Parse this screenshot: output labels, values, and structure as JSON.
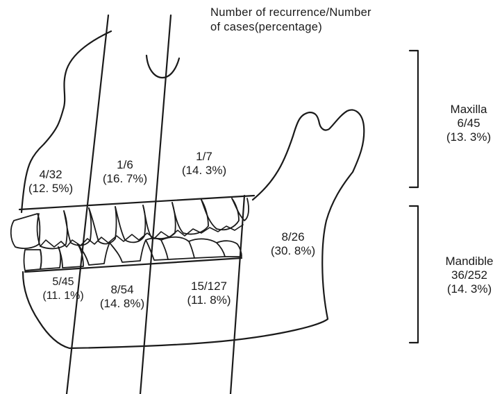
{
  "legend": {
    "line1": "Number of recurrence/Number",
    "line2": "of cases(percentage)"
  },
  "maxilla": {
    "name": "Maxilla",
    "ratio": "6/45",
    "pct": "(13. 3%)"
  },
  "mandible": {
    "name": "Mandible",
    "ratio": "36/252",
    "pct": "(14. 3%)"
  },
  "regions": {
    "upper_anterior": {
      "ratio": "4/32",
      "pct": "(12. 5%)"
    },
    "upper_premolar": {
      "ratio": "1/6",
      "pct": "(16. 7%)"
    },
    "upper_molar": {
      "ratio": "1/7",
      "pct": "(14. 3%)"
    },
    "ramus": {
      "ratio": "8/26",
      "pct": "(30. 8%)"
    },
    "lower_anterior": {
      "ratio": "5/45",
      "pct": "(11. 1%)"
    },
    "lower_premolar": {
      "ratio": "8/54",
      "pct": "(14. 8%)"
    },
    "lower_molar": {
      "ratio": "15/127",
      "pct": "(11. 8%)"
    }
  }
}
